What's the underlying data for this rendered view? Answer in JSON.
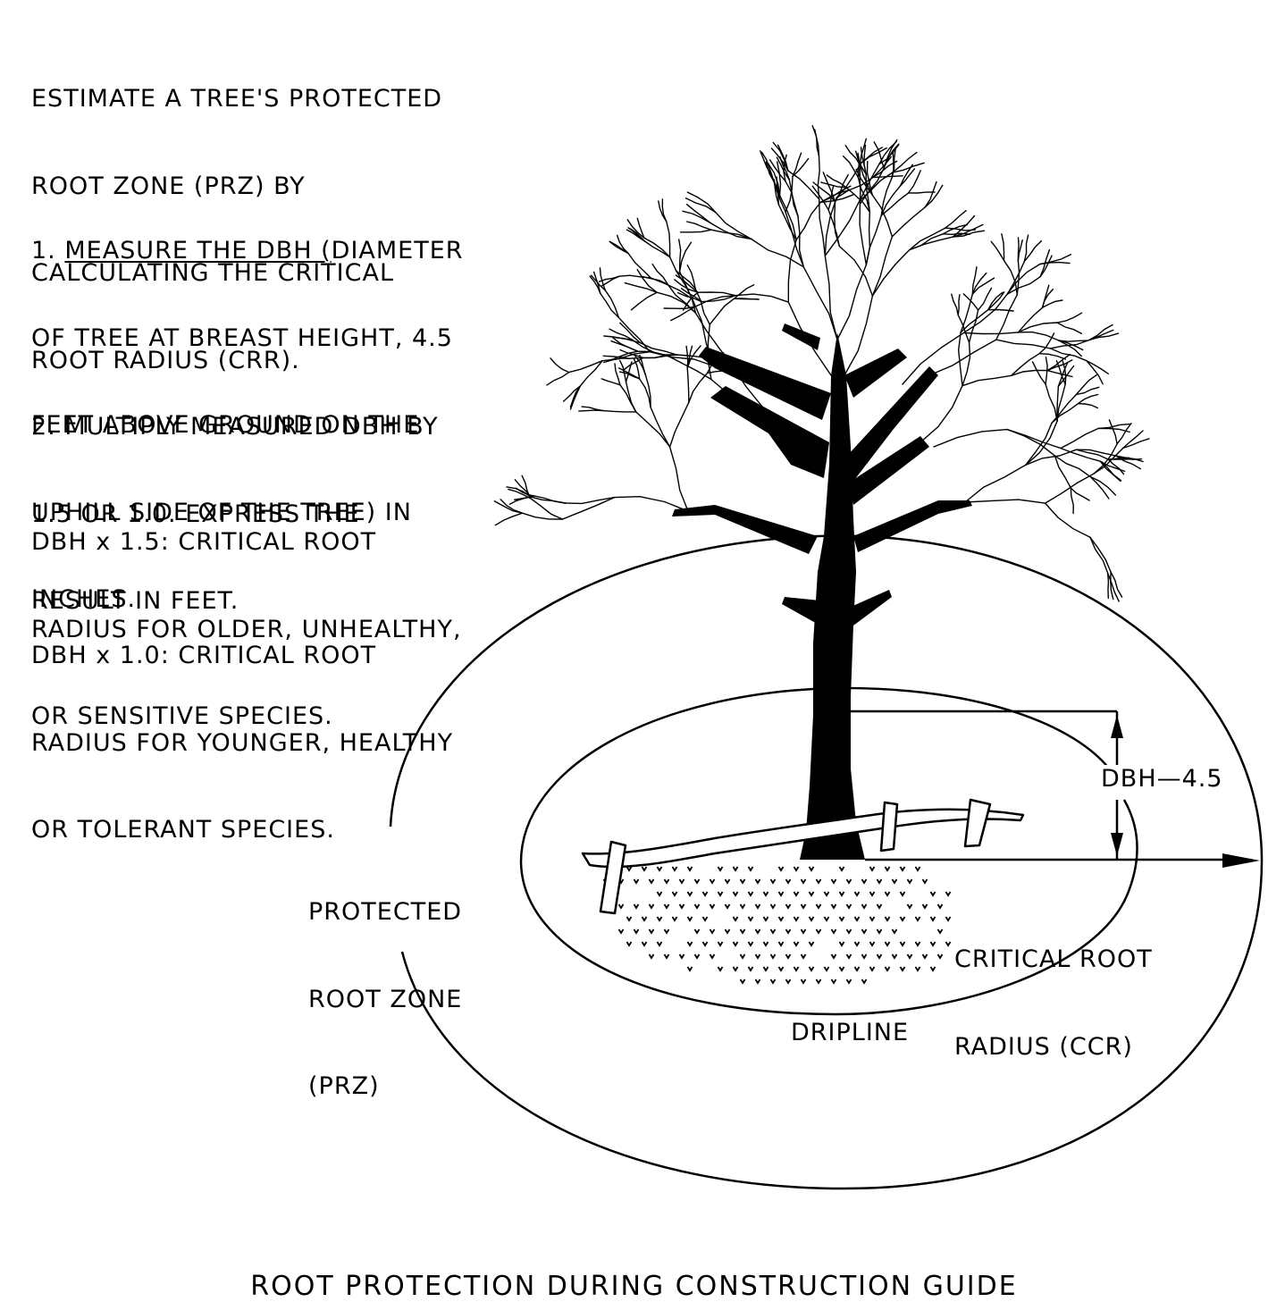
{
  "instructions": {
    "intro": [
      "ESTIMATE A TREE'S PROTECTED",
      "ROOT ZONE (PRZ) BY",
      "CALCULATING THE CRITICAL",
      "ROOT RADIUS (CRR)."
    ],
    "step1_prefix": "1. ",
    "step1_underlined": "MEASURE THE DBH (",
    "step1_rest_first_line": "DIAMETER",
    "step1_lines": [
      "OF TREE AT BREAST HEIGHT, 4.5",
      "FEET ABOVE GROUND ON THE",
      "UPHILL SIDE OF THE TREE) IN",
      "INCHES."
    ],
    "step2": [
      "2. MULTIPLY MEASURED DBH BY",
      "1.5 OR 1.0. EXPRESS THE",
      "RESULT IN FEET."
    ],
    "dbh15": [
      "DBH x 1.5: CRITICAL ROOT",
      "RADIUS FOR OLDER, UNHEALTHY,",
      "OR SENSITIVE SPECIES."
    ],
    "dbh10": [
      "DBH x 1.0: CRITICAL ROOT",
      "RADIUS FOR YOUNGER, HEALTHY",
      "OR TOLERANT SPECIES."
    ]
  },
  "labels": {
    "dbh": "DBH—4.5",
    "prz": [
      "PROTECTED",
      "ROOT ZONE",
      "(PRZ)"
    ],
    "crr": [
      "CRITICAL ROOT",
      "RADIUS (CCR)"
    ],
    "dripline": "DRIPLINE"
  },
  "title": "ROOT PROTECTION DURING CONSTRUCTION GUIDE",
  "colors": {
    "ink": "#000000",
    "paper": "#ffffff"
  }
}
